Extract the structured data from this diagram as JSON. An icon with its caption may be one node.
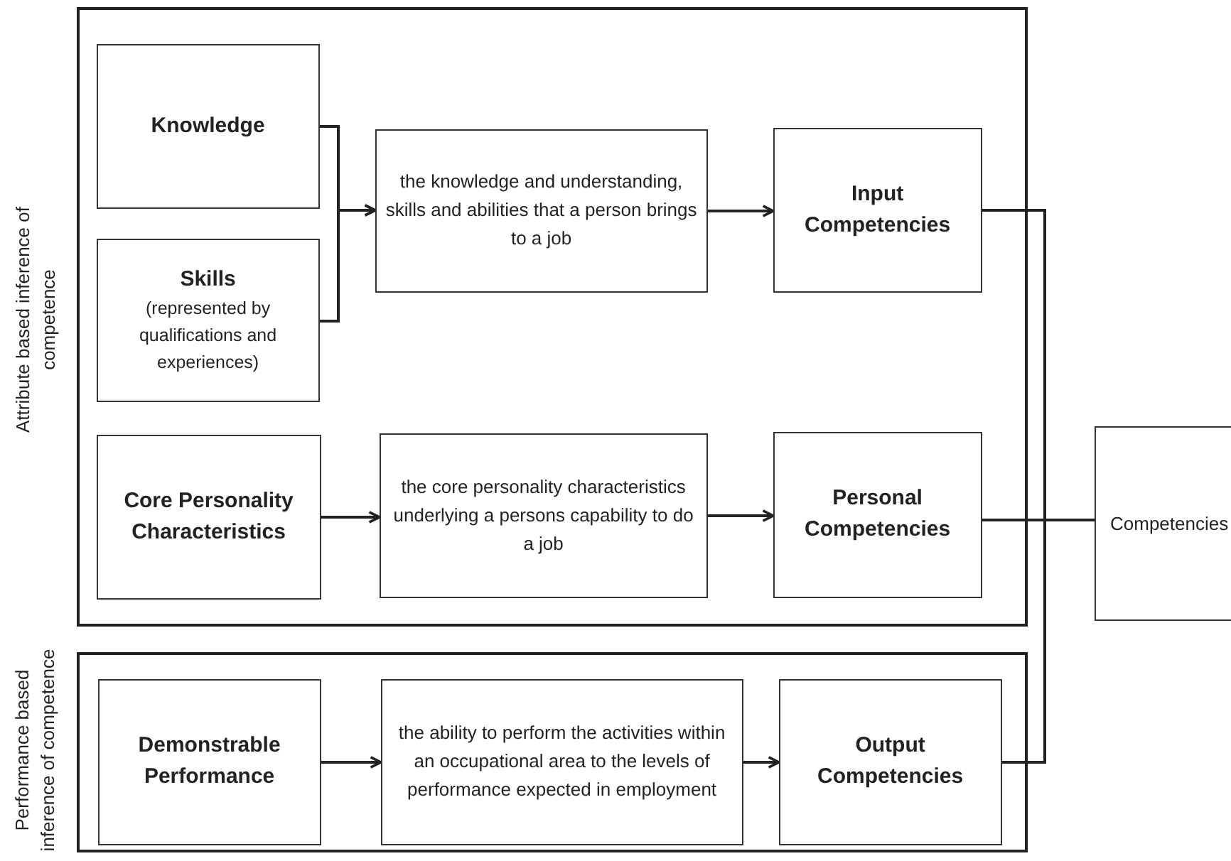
{
  "diagram": {
    "nodes": [
      {
        "text": [
          "Attribute based inference of competence"
        ]
      },
      {
        "text": [
          "Knowledge"
        ],
        "in": 0
      },
      {
        "text": [
          "Skills",
          "(represented by qualifications and experiences)"
        ],
        "in": 0
      },
      {
        "text": [
          "the knowledge and understanding, skills and abilities that a person brings to a job"
        ],
        "in": 0
      },
      {
        "text": [
          "Input Competencies"
        ],
        "in": 0
      },
      {
        "text": [
          "Core Personality Characteristics"
        ],
        "in": 0
      },
      {
        "text": [
          "the core personality characteristics underlying a persons capability to do a job"
        ],
        "in": 0
      },
      {
        "text": [
          "Personal Competencies"
        ],
        "in": 0
      },
      {
        "text": [
          "Performance based inference of competence"
        ]
      },
      {
        "text": [
          "Demonstrable Performance"
        ],
        "in": 8
      },
      {
        "text": [
          "the ability to perform the activities within an occupational area to the levels of performance expected in employment"
        ],
        "in": 8
      },
      {
        "text": [
          "Output Competencies"
        ],
        "in": 8
      },
      {
        "text": [
          "Competencies"
        ]
      }
    ],
    "edges": [
      {
        "from": 1,
        "to": 3,
        "arrow": "to"
      },
      {
        "from": 2,
        "to": 3,
        "arrow": "to"
      },
      {
        "from": 3,
        "to": 4,
        "arrow": "to"
      },
      {
        "from": 5,
        "to": 6,
        "arrow": "to"
      },
      {
        "from": 6,
        "to": 7,
        "arrow": "to"
      },
      {
        "from": 9,
        "to": 10,
        "arrow": "to"
      },
      {
        "from": 10,
        "to": 11,
        "arrow": "to"
      },
      {
        "from": 4,
        "to": 12,
        "arrow": "none"
      },
      {
        "from": 7,
        "to": 12,
        "arrow": "none"
      },
      {
        "from": 11,
        "to": 12,
        "arrow": "none"
      }
    ]
  }
}
